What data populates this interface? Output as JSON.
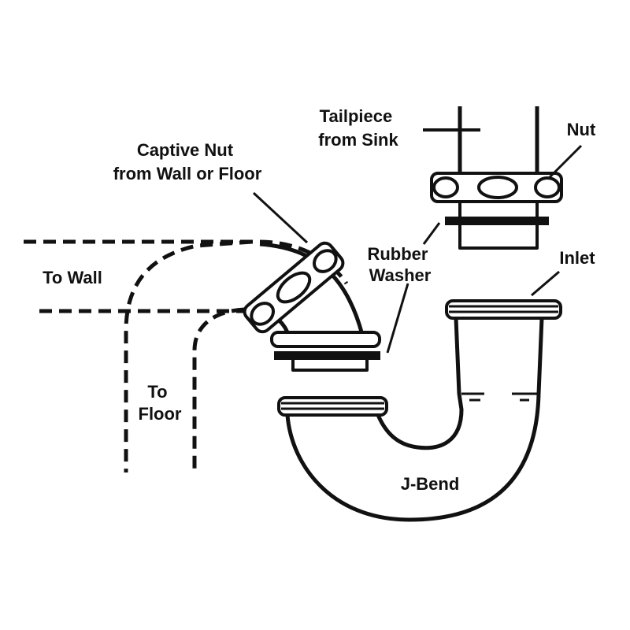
{
  "labels": {
    "tailpiece_line1": "Tailpiece",
    "tailpiece_line2": "from Sink",
    "nut": "Nut",
    "captive_nut_line1": "Captive Nut",
    "captive_nut_line2": "from Wall or Floor",
    "rubber_washer_line1": "Rubber",
    "rubber_washer_line2": "Washer",
    "inlet": "Inlet",
    "to_wall": "To Wall",
    "to_floor_line1": "To",
    "to_floor_line2": "Floor",
    "j_bend": "J-Bend"
  },
  "colors": {
    "ink": "#111111",
    "background": "#ffffff"
  }
}
